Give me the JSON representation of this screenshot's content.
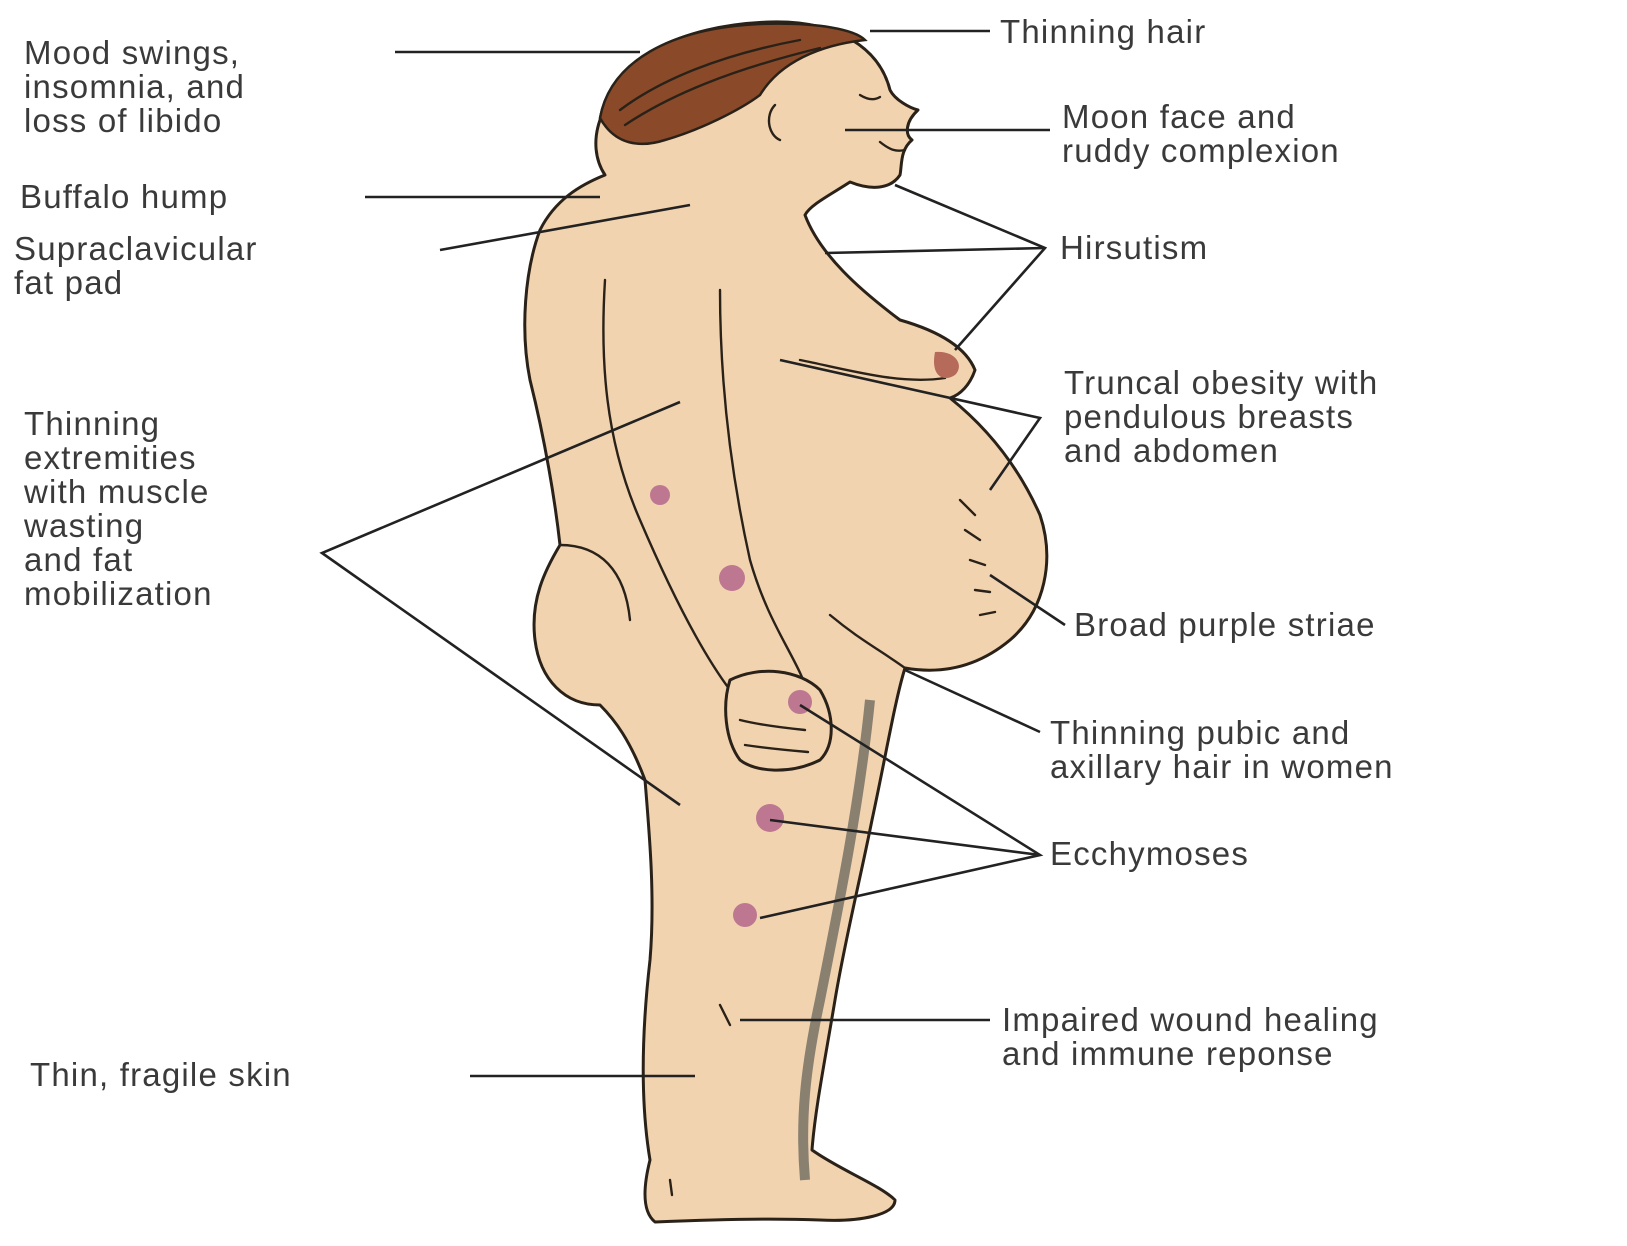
{
  "figure": {
    "labels": {
      "mood": [
        "Mood swings,",
        "insomnia, and",
        "loss of libido"
      ],
      "buffalo": [
        "Buffalo hump"
      ],
      "supraclavicular": [
        "Supraclavicular",
        "fat pad"
      ],
      "extremities": [
        "Thinning",
        "extremities",
        "with muscle",
        "wasting",
        "and fat",
        "mobilization"
      ],
      "skin": [
        "Thin, fragile skin"
      ],
      "hair": [
        "Thinning hair"
      ],
      "moon": [
        "Moon face and",
        "ruddy complexion"
      ],
      "hirsutism": [
        "Hirsutism"
      ],
      "truncal": [
        "Truncal obesity with",
        "pendulous breasts",
        "and abdomen"
      ],
      "striae": [
        "Broad purple striae"
      ],
      "pubic": [
        "Thinning pubic and",
        "axillary hair in women"
      ],
      "ecchymoses": [
        "Ecchymoses"
      ],
      "wound": [
        "Impaired wound healing",
        "and immune reponse"
      ]
    }
  }
}
